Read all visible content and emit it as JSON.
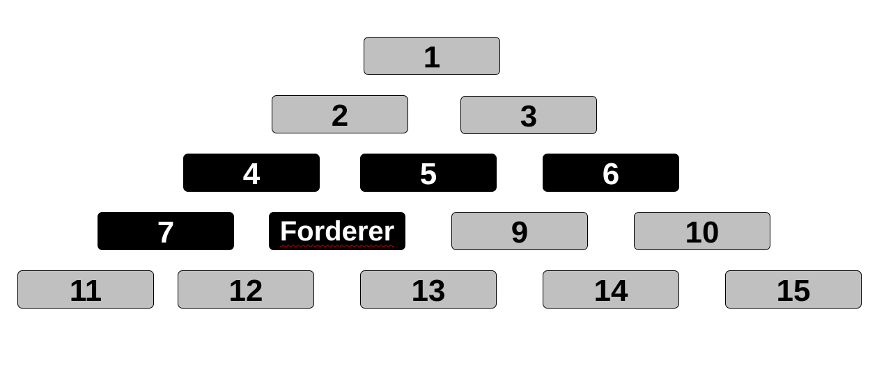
{
  "colors": {
    "grey_box": "#c0c0c0",
    "dark_box": "#000000",
    "spellcheck_underline": "#cc0000"
  },
  "boxes": [
    {
      "label": "1",
      "style": "grey"
    },
    {
      "label": "2",
      "style": "grey"
    },
    {
      "label": "3",
      "style": "grey"
    },
    {
      "label": "4",
      "style": "dark"
    },
    {
      "label": "5",
      "style": "dark"
    },
    {
      "label": "6",
      "style": "dark"
    },
    {
      "label": "7",
      "style": "dark"
    },
    {
      "label": "Forderer",
      "style": "dark"
    },
    {
      "label": "9",
      "style": "grey"
    },
    {
      "label": "10",
      "style": "grey"
    },
    {
      "label": "11",
      "style": "grey"
    },
    {
      "label": "12",
      "style": "grey"
    },
    {
      "label": "13",
      "style": "grey"
    },
    {
      "label": "14",
      "style": "grey"
    },
    {
      "label": "15",
      "style": "grey"
    }
  ]
}
